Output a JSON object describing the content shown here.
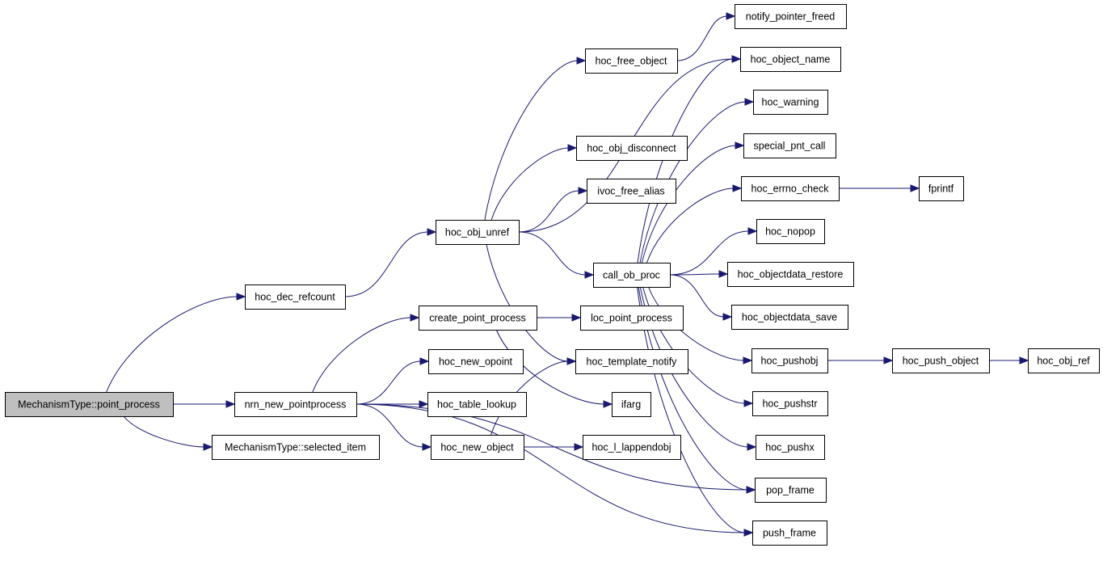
{
  "graph": {
    "colors": {
      "edge": "#191970",
      "root_fill": "#bfbfbf",
      "node_fill": "#ffffff",
      "border": "#000000"
    },
    "nodes": [
      {
        "id": "mt_point_process",
        "label": "MechanismType::point_process",
        "root": true
      },
      {
        "id": "hoc_dec_refcount",
        "label": "hoc_dec_refcount"
      },
      {
        "id": "nrn_new_pointprocess",
        "label": "nrn_new_pointprocess"
      },
      {
        "id": "mt_selected_item",
        "label": "MechanismType::selected_item"
      },
      {
        "id": "hoc_obj_unref",
        "label": "hoc_obj_unref"
      },
      {
        "id": "create_point_process",
        "label": "create_point_process"
      },
      {
        "id": "hoc_new_opoint",
        "label": "hoc_new_opoint"
      },
      {
        "id": "hoc_table_lookup",
        "label": "hoc_table_lookup"
      },
      {
        "id": "hoc_new_object",
        "label": "hoc_new_object"
      },
      {
        "id": "hoc_free_object",
        "label": "hoc_free_object"
      },
      {
        "id": "hoc_obj_disconnect",
        "label": "hoc_obj_disconnect"
      },
      {
        "id": "ivoc_free_alias",
        "label": "ivoc_free_alias"
      },
      {
        "id": "call_ob_proc",
        "label": "call_ob_proc"
      },
      {
        "id": "loc_point_process",
        "label": "loc_point_process"
      },
      {
        "id": "hoc_template_notify",
        "label": "hoc_template_notify"
      },
      {
        "id": "ifarg",
        "label": "ifarg"
      },
      {
        "id": "hoc_l_lappendobj",
        "label": "hoc_l_lappendobj"
      },
      {
        "id": "notify_pointer_freed",
        "label": "notify_pointer_freed"
      },
      {
        "id": "hoc_object_name",
        "label": "hoc_object_name"
      },
      {
        "id": "hoc_warning",
        "label": "hoc_warning"
      },
      {
        "id": "special_pnt_call",
        "label": "special_pnt_call"
      },
      {
        "id": "hoc_errno_check",
        "label": "hoc_errno_check"
      },
      {
        "id": "hoc_nopop",
        "label": "hoc_nopop"
      },
      {
        "id": "hoc_objectdata_restore",
        "label": "hoc_objectdata_restore"
      },
      {
        "id": "hoc_objectdata_save",
        "label": "hoc_objectdata_save"
      },
      {
        "id": "hoc_pushobj",
        "label": "hoc_pushobj"
      },
      {
        "id": "hoc_pushstr",
        "label": "hoc_pushstr"
      },
      {
        "id": "hoc_pushx",
        "label": "hoc_pushx"
      },
      {
        "id": "pop_frame",
        "label": "pop_frame"
      },
      {
        "id": "push_frame",
        "label": "push_frame"
      },
      {
        "id": "fprintf",
        "label": "fprintf"
      },
      {
        "id": "hoc_push_object",
        "label": "hoc_push_object"
      },
      {
        "id": "hoc_obj_ref",
        "label": "hoc_obj_ref"
      }
    ],
    "edges": [
      [
        "mt_point_process",
        "hoc_dec_refcount"
      ],
      [
        "mt_point_process",
        "nrn_new_pointprocess"
      ],
      [
        "mt_point_process",
        "mt_selected_item"
      ],
      [
        "hoc_dec_refcount",
        "hoc_obj_unref"
      ],
      [
        "nrn_new_pointprocess",
        "create_point_process"
      ],
      [
        "nrn_new_pointprocess",
        "hoc_new_opoint"
      ],
      [
        "nrn_new_pointprocess",
        "hoc_table_lookup"
      ],
      [
        "nrn_new_pointprocess",
        "hoc_new_object"
      ],
      [
        "nrn_new_pointprocess",
        "pop_frame"
      ],
      [
        "nrn_new_pointprocess",
        "push_frame"
      ],
      [
        "hoc_obj_unref",
        "hoc_free_object"
      ],
      [
        "hoc_obj_unref",
        "hoc_obj_disconnect"
      ],
      [
        "hoc_obj_unref",
        "ivoc_free_alias"
      ],
      [
        "hoc_obj_unref",
        "hoc_object_name"
      ],
      [
        "hoc_obj_unref",
        "call_ob_proc"
      ],
      [
        "hoc_obj_unref",
        "hoc_template_notify"
      ],
      [
        "hoc_free_object",
        "notify_pointer_freed"
      ],
      [
        "create_point_process",
        "loc_point_process"
      ],
      [
        "create_point_process",
        "ifarg"
      ],
      [
        "hoc_new_object",
        "hoc_template_notify"
      ],
      [
        "hoc_new_object",
        "hoc_l_lappendobj"
      ],
      [
        "call_ob_proc",
        "hoc_object_name"
      ],
      [
        "call_ob_proc",
        "hoc_warning"
      ],
      [
        "call_ob_proc",
        "special_pnt_call"
      ],
      [
        "call_ob_proc",
        "hoc_errno_check"
      ],
      [
        "call_ob_proc",
        "hoc_nopop"
      ],
      [
        "call_ob_proc",
        "hoc_objectdata_restore"
      ],
      [
        "call_ob_proc",
        "hoc_objectdata_save"
      ],
      [
        "call_ob_proc",
        "hoc_pushobj"
      ],
      [
        "call_ob_proc",
        "hoc_pushstr"
      ],
      [
        "call_ob_proc",
        "hoc_pushx"
      ],
      [
        "call_ob_proc",
        "pop_frame"
      ],
      [
        "call_ob_proc",
        "push_frame"
      ],
      [
        "hoc_errno_check",
        "fprintf"
      ],
      [
        "hoc_pushobj",
        "hoc_push_object"
      ],
      [
        "hoc_push_object",
        "hoc_obj_ref"
      ]
    ]
  }
}
